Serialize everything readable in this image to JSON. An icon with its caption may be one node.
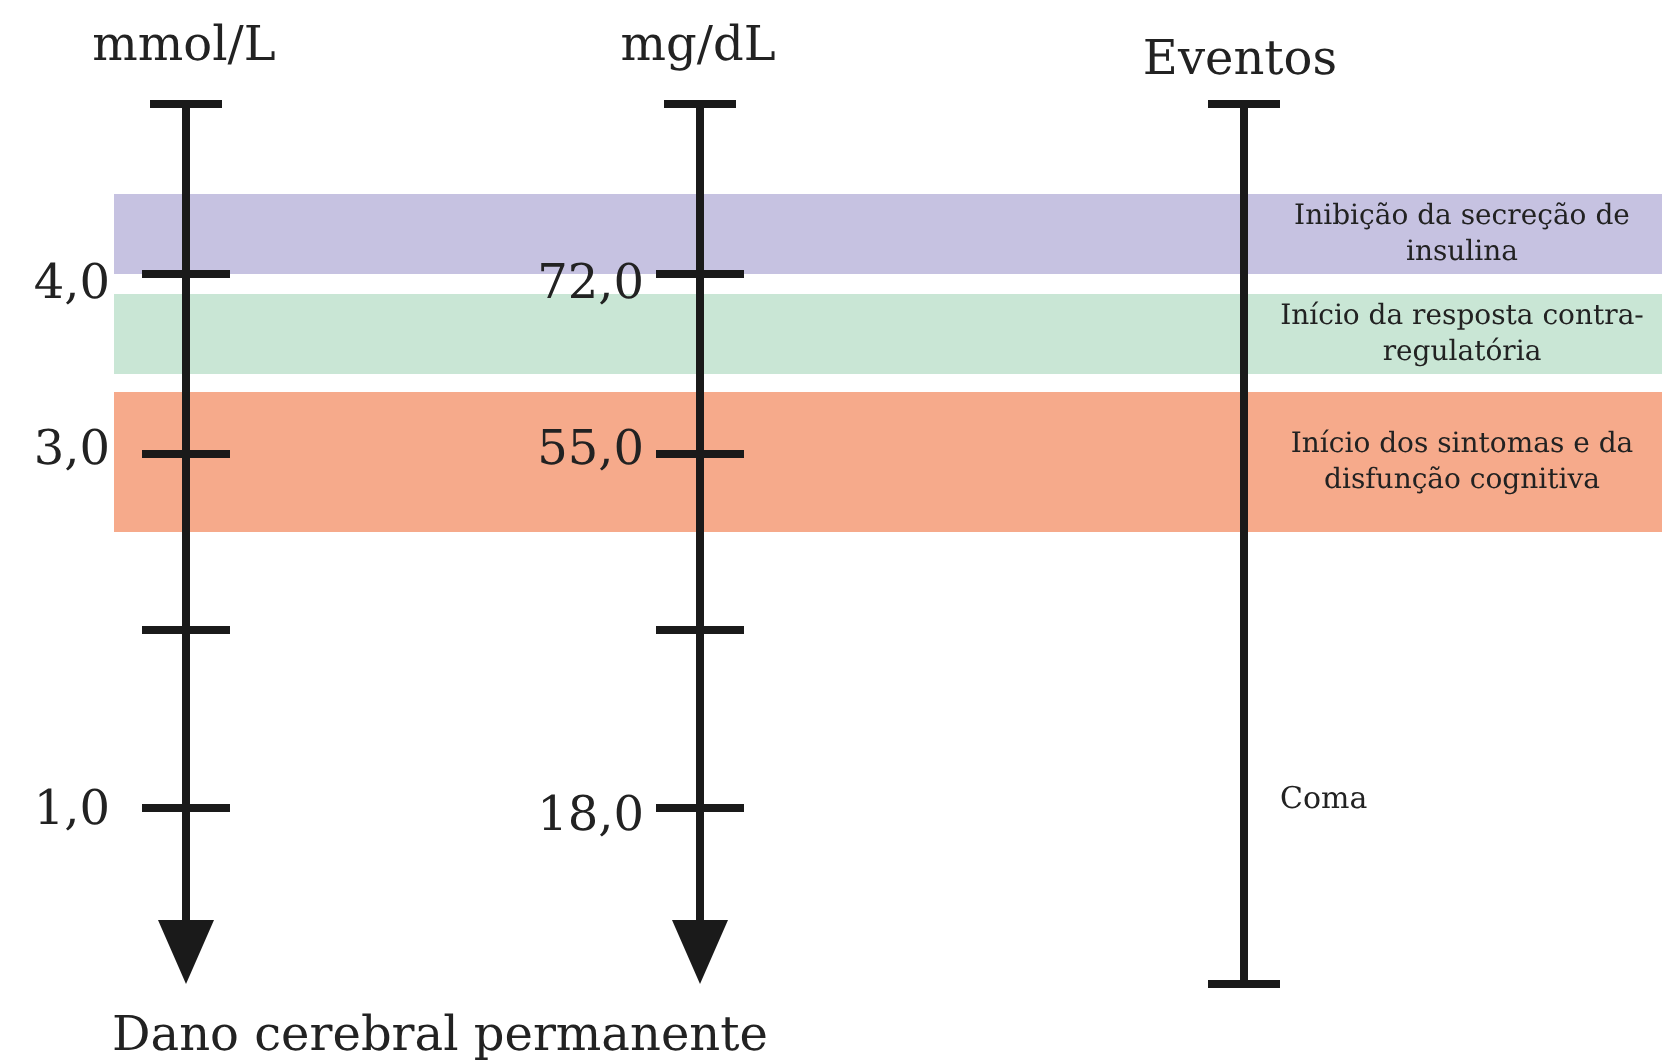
{
  "diagram": {
    "nodes": [
      {
        "text": [
          "Inibição da secreção de insulina"
        ]
      },
      {
        "text": [
          "Início da resposta contra-regulatória"
        ]
      },
      {
        "text": [
          "Início dos sintomas e da disfunção cognitiva"
        ]
      }
    ],
    "labels": [
      "mmol/L",
      "mg/dL",
      "Eventos",
      "4,0",
      "72,0",
      "3,0",
      "55,0",
      "1,0",
      "18,0",
      "Coma",
      "Dano cerebral permanente"
    ]
  }
}
